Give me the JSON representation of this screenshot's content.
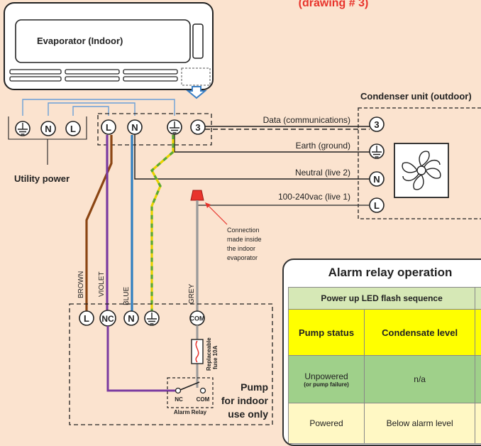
{
  "header_fragment": "(drawing # 3)",
  "evaporator_label": "Evaporator (Indoor)",
  "condenser_label": "Condenser unit (outdoor)",
  "utility_power_label": "Utility power",
  "terminals": {
    "utility": [
      "N",
      "L"
    ],
    "indoor": [
      "L",
      "N",
      "3"
    ],
    "condenser": [
      "3",
      "N",
      "L"
    ],
    "pump": [
      "L",
      "NC",
      "N",
      "COM"
    ]
  },
  "wires": {
    "data": "Data (communications)",
    "earth": "Earth  (ground)",
    "neutral": "Neutral  (live 2)",
    "live": "100-240vac  (live 1)"
  },
  "wire_colors": {
    "brown": "BROWN",
    "violet": "VIOLET",
    "blue": "BLUE",
    "grey": "GREY",
    "brown_hex": "#8b4513",
    "violet_hex": "#7a3aa0",
    "blue_hex": "#2e7fc0",
    "grey_hex": "#9a9a9a",
    "earth_hex": "#e8d200",
    "earth2_hex": "#5aa833"
  },
  "connection_note": [
    "Connection",
    "made inside",
    "the  indoor",
    "evaporator"
  ],
  "fuse_label": [
    "Replaceable",
    "fuse 10A"
  ],
  "relay": {
    "nc": "NC",
    "com": "COM",
    "label": "Alarm Relay"
  },
  "pump_label": [
    "Pump",
    "for indoor",
    "use only"
  ],
  "alarm_panel": {
    "title": "Alarm relay operation",
    "led_row": "Power up LED flash sequence",
    "col_pump_status": "Pump status",
    "col_condensate": "Condensate level",
    "rows": [
      {
        "status": "Unpowered",
        "sub": "(or pump failure)",
        "level": "n/a"
      },
      {
        "status": "Powered",
        "sub": "",
        "level": "Below alarm level"
      }
    ]
  },
  "accent_red": "#e8342c"
}
